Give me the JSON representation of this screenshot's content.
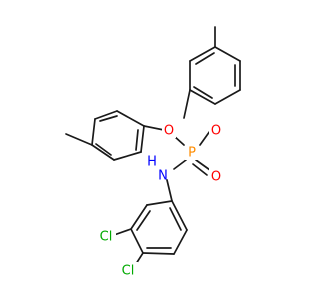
{
  "structure": {
    "atoms": {
      "P": {
        "symbol": "P",
        "color": "#ff8c00"
      },
      "O_left": {
        "symbol": "O",
        "color": "#ff0000"
      },
      "O_right": {
        "symbol": "O",
        "color": "#ff0000"
      },
      "O_double": {
        "symbol": "O",
        "color": "#ff0000"
      },
      "NH": {
        "symbol": "H\nN",
        "color": "#0000ff"
      },
      "Cl_3": {
        "symbol": "Cl",
        "color": "#00aa00"
      },
      "Cl_4": {
        "symbol": "Cl",
        "color": "#00aa00"
      }
    },
    "bond_color": "#1a1a1a",
    "background": "#ffffff"
  }
}
